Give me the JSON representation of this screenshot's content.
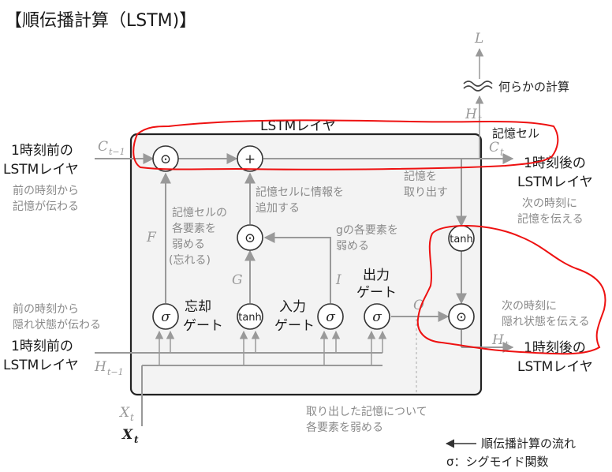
{
  "title": "【順伝播計算（LSTM)】",
  "layer_title": "LSTMレイヤ",
  "nodes": {
    "mul": "⊙",
    "add": "+",
    "sigma": "σ",
    "tanh": "tanh"
  },
  "symbols": {
    "L": "L",
    "H": "H",
    "C": "C",
    "t": "t",
    "t_minus_1": "t−1",
    "X": "X",
    "F": "F",
    "G": "G",
    "I": "I",
    "O": "O"
  },
  "labels": {
    "some_calc": "何らかの計算",
    "memory_cell": "記憶セル",
    "prev_layer_1": "1時刻前の",
    "prev_layer_2": "LSTMレイヤ",
    "prev_mem_1": "前の時刻から",
    "prev_mem_2": "記憶が伝わる",
    "next_layer_1": "1時刻後の",
    "next_layer_2": "LSTMレイヤ",
    "next_mem_1": "次の時刻に",
    "next_mem_2": "記憶を伝える",
    "add_info_1": "記憶セルに情報を",
    "add_info_2": "追加する",
    "extract_1": "記憶を",
    "extract_2": "取り出す",
    "forget_desc_1": "記憶セルの",
    "forget_desc_2": "各要素を",
    "forget_desc_3": "弱める",
    "forget_desc_4": "(忘れる)",
    "g_desc_1": "gの各要素を",
    "g_desc_2": "弱める",
    "forget_gate_1": "忘却",
    "forget_gate_2": "ゲート",
    "input_gate_1": "入力",
    "input_gate_2": "ゲート",
    "output_gate_1": "出力",
    "output_gate_2": "ゲート",
    "prev_hidden_1": "前の時刻から",
    "prev_hidden_2": "隠れ状態が伝わる",
    "next_hidden_1": "次の時刻に",
    "next_hidden_2": "隠れ状態を伝える",
    "bottom_note_1": "取り出した記憶について",
    "bottom_note_2": "各要素を弱める",
    "legend_flow": "順伝播計算の流れ",
    "legend_sigmoid": "σ：シグモイド関数"
  },
  "colors": {
    "annotation_red": "#e11111",
    "wire_gray": "#999999",
    "box_fill": "#f3f3f3"
  }
}
